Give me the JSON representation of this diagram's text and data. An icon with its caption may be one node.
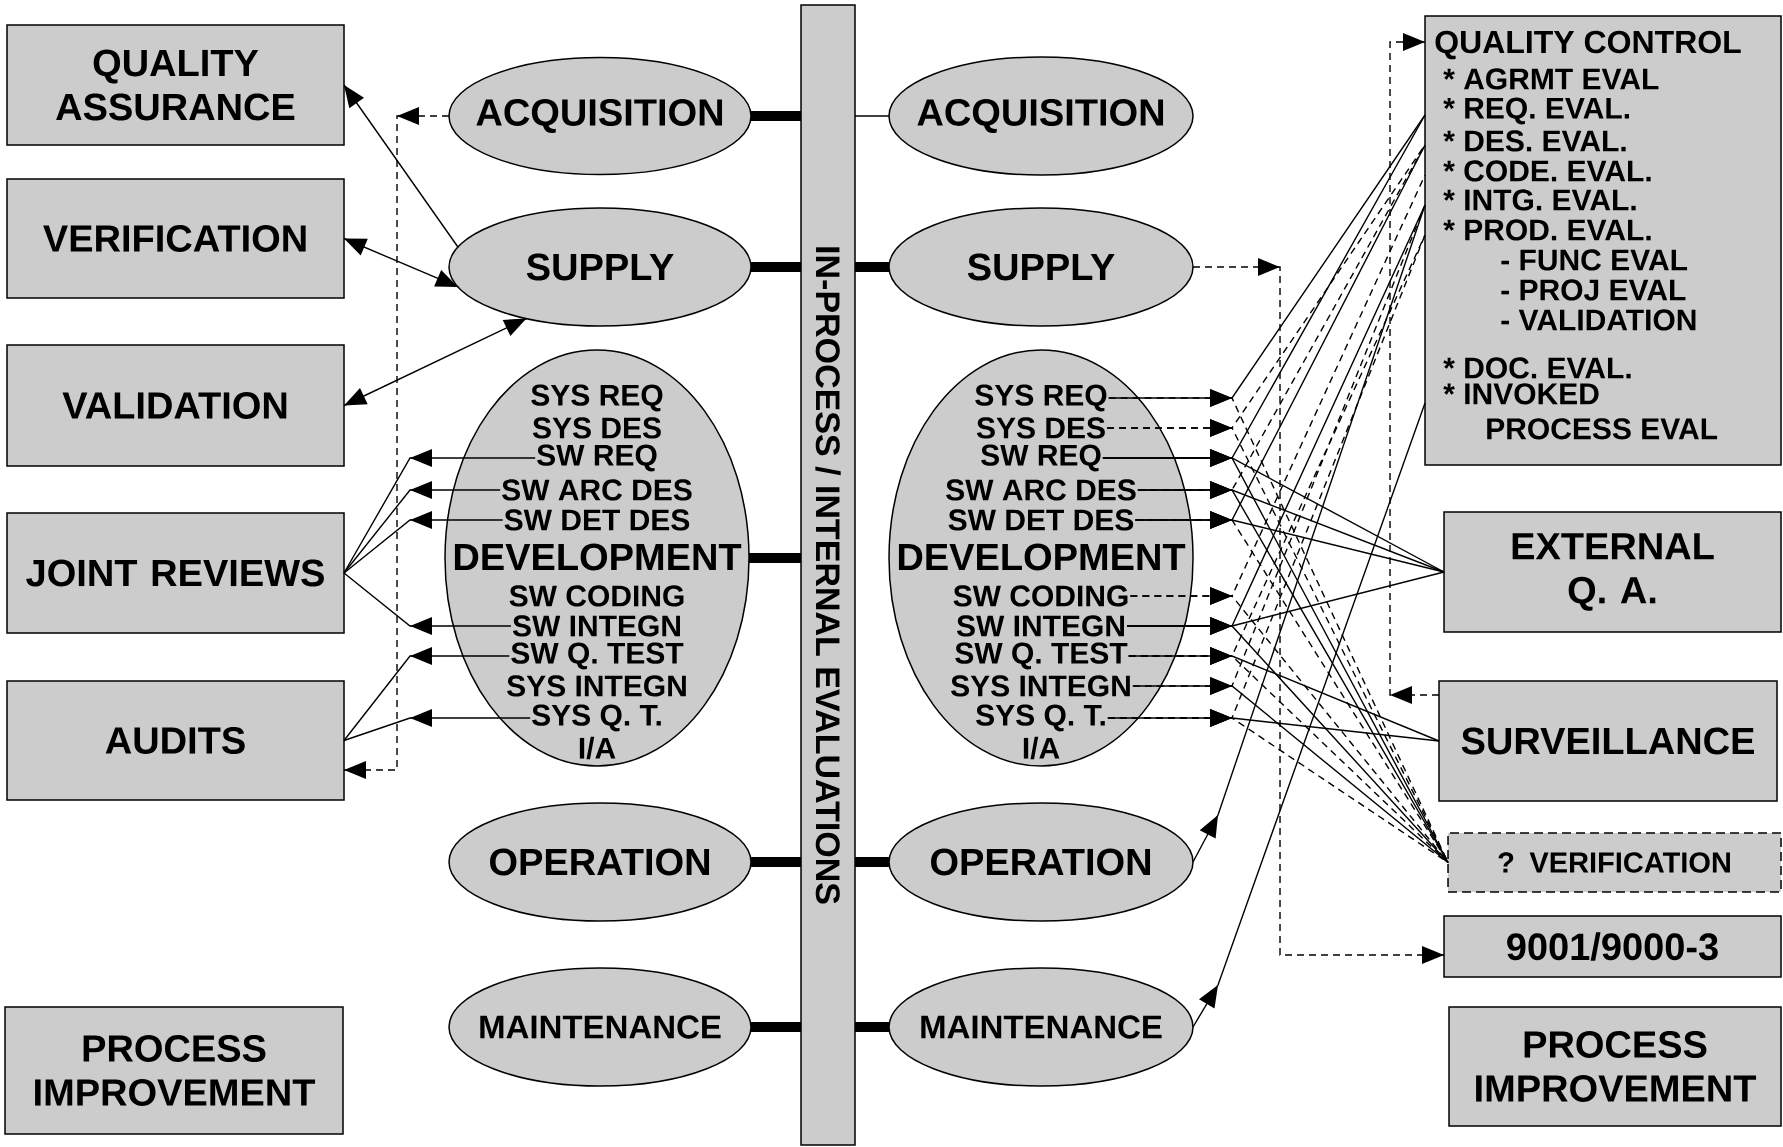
{
  "diagram": {
    "nodes": [
      {
        "text": [
          "QUALITY ASSURANCE"
        ]
      },
      {
        "text": [
          "VERIFICATION"
        ]
      },
      {
        "text": [
          "VALIDATION"
        ]
      },
      {
        "text": [
          "JOINT REVIEWS"
        ]
      },
      {
        "text": [
          "AUDITS"
        ]
      },
      {
        "text": [
          "PROCESS IMPROVEMENT"
        ]
      },
      {
        "text": [
          "ACQUISITION"
        ]
      },
      {
        "text": [
          "SUPPLY"
        ]
      },
      {
        "text": [
          "DEVELOPMENT"
        ]
      },
      {
        "text": [
          "SYS REQ"
        ],
        "in": 8
      },
      {
        "text": [
          "SYS DES"
        ],
        "in": 8
      },
      {
        "text": [
          "SW REQ"
        ],
        "in": 8
      },
      {
        "text": [
          "SW ARC DES"
        ],
        "in": 8
      },
      {
        "text": [
          "SW DET DES"
        ],
        "in": 8
      },
      {
        "text": [
          "SW CODING"
        ],
        "in": 8
      },
      {
        "text": [
          "SW INTEGN"
        ],
        "in": 8
      },
      {
        "text": [
          "SW Q. TEST"
        ],
        "in": 8
      },
      {
        "text": [
          "SYS INTEGN"
        ],
        "in": 8
      },
      {
        "text": [
          "SYS Q. T."
        ],
        "in": 8
      },
      {
        "text": [
          "I/A"
        ],
        "in": 8
      },
      {
        "text": [
          "OPERATION"
        ]
      },
      {
        "text": [
          "MAINTENANCE"
        ]
      },
      {
        "text": [
          "IN-PROCESS / INTERNAL EVALUATIONS"
        ]
      },
      {
        "text": [
          "ACQUISITION"
        ]
      },
      {
        "text": [
          "SUPPLY"
        ]
      },
      {
        "text": [
          "DEVELOPMENT"
        ]
      },
      {
        "text": [
          "SYS REQ"
        ],
        "in": 25
      },
      {
        "text": [
          "SYS DES"
        ],
        "in": 25
      },
      {
        "text": [
          "SW REQ"
        ],
        "in": 25
      },
      {
        "text": [
          "SW ARC DES"
        ],
        "in": 25
      },
      {
        "text": [
          "SW DET DES"
        ],
        "in": 25
      },
      {
        "text": [
          "SW CODING"
        ],
        "in": 25
      },
      {
        "text": [
          "SW INTEGN"
        ],
        "in": 25
      },
      {
        "text": [
          "SW Q. TEST"
        ],
        "in": 25
      },
      {
        "text": [
          "SYS INTEGN"
        ],
        "in": 25
      },
      {
        "text": [
          "SYS Q. T."
        ],
        "in": 25
      },
      {
        "text": [
          "I/A"
        ],
        "in": 25
      },
      {
        "text": [
          "OPERATION"
        ]
      },
      {
        "text": [
          "MAINTENANCE"
        ]
      },
      {
        "text": [
          "QUALITY CONTROL",
          "* AGRMT EVAL",
          "* REQ. EVAL.",
          "* DES. EVAL.",
          "* CODE. EVAL.",
          "* INTG. EVAL.",
          "* PROD. EVAL.",
          "- FUNC EVAL",
          "- PROJ EVAL",
          "- VALIDATION",
          "* DOC. EVAL.",
          "* INVOKED PROCESS EVAL"
        ]
      },
      {
        "text": [
          "EXTERNAL Q. A."
        ]
      },
      {
        "text": [
          "SURVEILLANCE"
        ]
      },
      {
        "text": [
          "? VERIFICATION"
        ]
      },
      {
        "text": [
          "9001/9000-3"
        ]
      },
      {
        "text": [
          "PROCESS IMPROVEMENT"
        ]
      }
    ],
    "edges": [
      {
        "from": 7,
        "to": 0,
        "arrow": "to"
      },
      {
        "from": 1,
        "to": 7,
        "arrow": "both"
      },
      {
        "from": 2,
        "to": 7,
        "arrow": "both"
      },
      {
        "from": 6,
        "to": 4,
        "arrow": "to",
        "style": "dashed"
      },
      {
        "from": 11,
        "to": 3,
        "arrow": "to"
      },
      {
        "from": 12,
        "to": 3,
        "arrow": "to"
      },
      {
        "from": 13,
        "to": 3,
        "arrow": "to"
      },
      {
        "from": 15,
        "to": 3,
        "arrow": "to"
      },
      {
        "from": 16,
        "to": 4,
        "arrow": "to"
      },
      {
        "from": 18,
        "to": 4,
        "arrow": "to"
      },
      {
        "from": 6,
        "to": 22,
        "arrow": "none",
        "style": "thick"
      },
      {
        "from": 7,
        "to": 22,
        "arrow": "none",
        "style": "thick"
      },
      {
        "from": 8,
        "to": 22,
        "arrow": "none",
        "style": "thick"
      },
      {
        "from": 20,
        "to": 22,
        "arrow": "none",
        "style": "thick"
      },
      {
        "from": 21,
        "to": 22,
        "arrow": "none",
        "style": "thick"
      },
      {
        "from": 22,
        "to": 23,
        "arrow": "none"
      },
      {
        "from": 22,
        "to": 24,
        "arrow": "none",
        "style": "thick"
      },
      {
        "from": 22,
        "to": 37,
        "arrow": "none",
        "style": "thick"
      },
      {
        "from": 22,
        "to": 38,
        "arrow": "none",
        "style": "thick"
      },
      {
        "from": 24,
        "to": 43,
        "arrow": "to",
        "style": "dashed"
      },
      {
        "from": 41,
        "to": 39,
        "arrow": "to",
        "style": "dashed"
      },
      {
        "from": 26,
        "to": 39,
        "arrow": "to"
      },
      {
        "from": 26,
        "to": 42,
        "arrow": "to",
        "style": "dashed"
      },
      {
        "from": 27,
        "to": 39,
        "arrow": "to",
        "style": "dashed"
      },
      {
        "from": 27,
        "to": 42,
        "arrow": "to",
        "style": "dashed"
      },
      {
        "from": 28,
        "to": 39,
        "arrow": "to"
      },
      {
        "from": 28,
        "to": 40,
        "arrow": "to"
      },
      {
        "from": 28,
        "to": 42,
        "arrow": "to"
      },
      {
        "from": 29,
        "to": 39,
        "arrow": "to",
        "style": "dashed"
      },
      {
        "from": 29,
        "to": 40,
        "arrow": "to"
      },
      {
        "from": 29,
        "to": 42,
        "arrow": "to"
      },
      {
        "from": 30,
        "to": 39,
        "arrow": "to"
      },
      {
        "from": 30,
        "to": 40,
        "arrow": "to"
      },
      {
        "from": 30,
        "to": 42,
        "arrow": "to",
        "style": "dashed"
      },
      {
        "from": 31,
        "to": 39,
        "arrow": "to",
        "style": "dashed"
      },
      {
        "from": 31,
        "to": 42,
        "arrow": "to",
        "style": "dashed"
      },
      {
        "from": 32,
        "to": 39,
        "arrow": "to"
      },
      {
        "from": 32,
        "to": 40,
        "arrow": "to"
      },
      {
        "from": 32,
        "to": 42,
        "arrow": "to"
      },
      {
        "from": 33,
        "to": 39,
        "arrow": "to",
        "style": "dashed"
      },
      {
        "from": 33,
        "to": 41,
        "arrow": "to"
      },
      {
        "from": 33,
        "to": 42,
        "arrow": "to",
        "style": "dashed"
      },
      {
        "from": 34,
        "to": 39,
        "arrow": "to",
        "style": "dashed"
      },
      {
        "from": 34,
        "to": 42,
        "arrow": "to"
      },
      {
        "from": 35,
        "to": 39,
        "arrow": "to",
        "style": "dashed"
      },
      {
        "from": 35,
        "to": 41,
        "arrow": "to"
      },
      {
        "from": 35,
        "to": 42,
        "arrow": "to",
        "style": "dashed"
      },
      {
        "from": 37,
        "to": 39,
        "arrow": "to"
      },
      {
        "from": 38,
        "to": 39,
        "arrow": "to"
      }
    ]
  }
}
